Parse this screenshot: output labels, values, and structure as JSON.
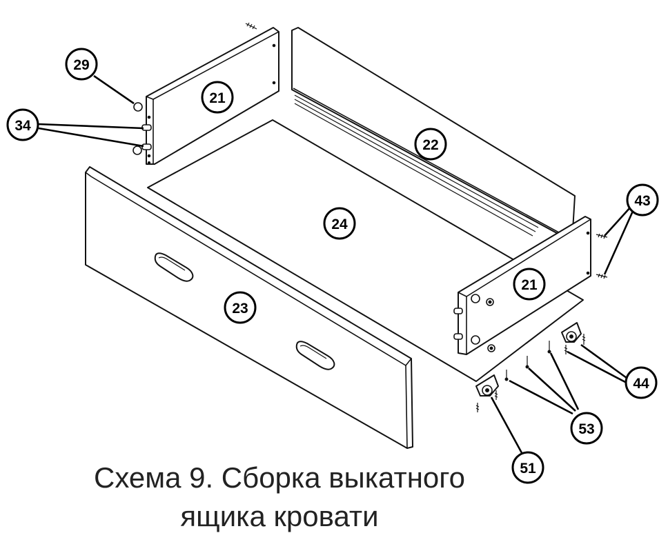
{
  "caption": {
    "line1": "Схема 9. Сборка выкатного",
    "line2": "ящика кровати"
  },
  "callouts": [
    {
      "id": "c29",
      "label": "29"
    },
    {
      "id": "c34",
      "label": "34"
    },
    {
      "id": "c21a",
      "label": "21"
    },
    {
      "id": "c22",
      "label": "22"
    },
    {
      "id": "c24",
      "label": "24"
    },
    {
      "id": "c23",
      "label": "23"
    },
    {
      "id": "c21b",
      "label": "21"
    },
    {
      "id": "c43",
      "label": "43"
    },
    {
      "id": "c44",
      "label": "44"
    },
    {
      "id": "c53",
      "label": "53"
    },
    {
      "id": "c51",
      "label": "51"
    }
  ]
}
